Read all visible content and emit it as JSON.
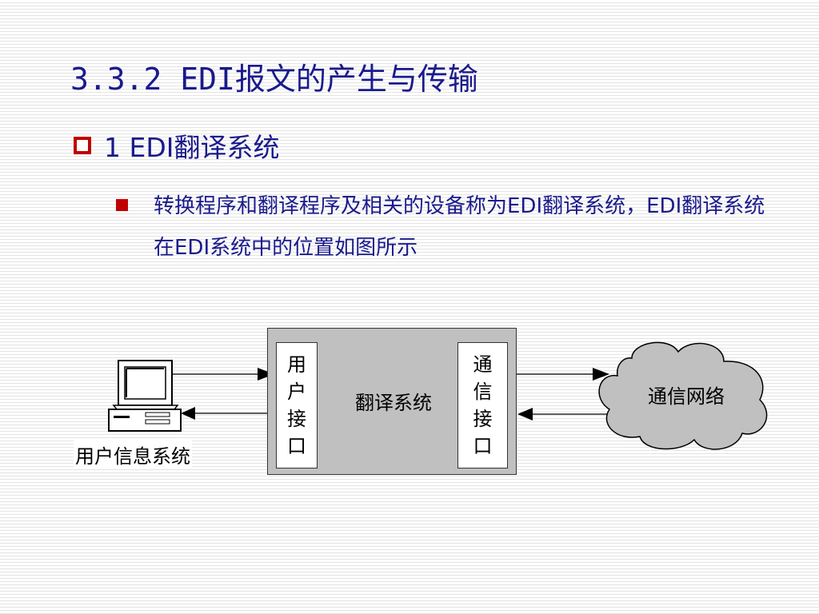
{
  "slide": {
    "title": "3.3.2 EDI报文的产生与传输",
    "level1": "1 EDI翻译系统",
    "level2": "转换程序和翻译程序及相关的设备称为EDI翻译系统，EDI翻译系统在EDI系统中的位置如图所示"
  },
  "diagram": {
    "computer_label": "用户信息系统",
    "translation_label": "翻译系统",
    "user_interface_chars": [
      "用",
      "户",
      "接",
      "口"
    ],
    "comm_interface_chars": [
      "通",
      "信",
      "接",
      "口"
    ],
    "network_label": "通信网络"
  },
  "colors": {
    "text": "#1a1a8c",
    "bullet": "#c00000",
    "box_fill": "#c0c0c0",
    "cloud_fill": "#c0c0c0"
  },
  "icons": [
    "hollow-square-bullet-icon",
    "filled-square-bullet-icon",
    "computer-icon",
    "cloud-icon",
    "arrow-icon"
  ]
}
